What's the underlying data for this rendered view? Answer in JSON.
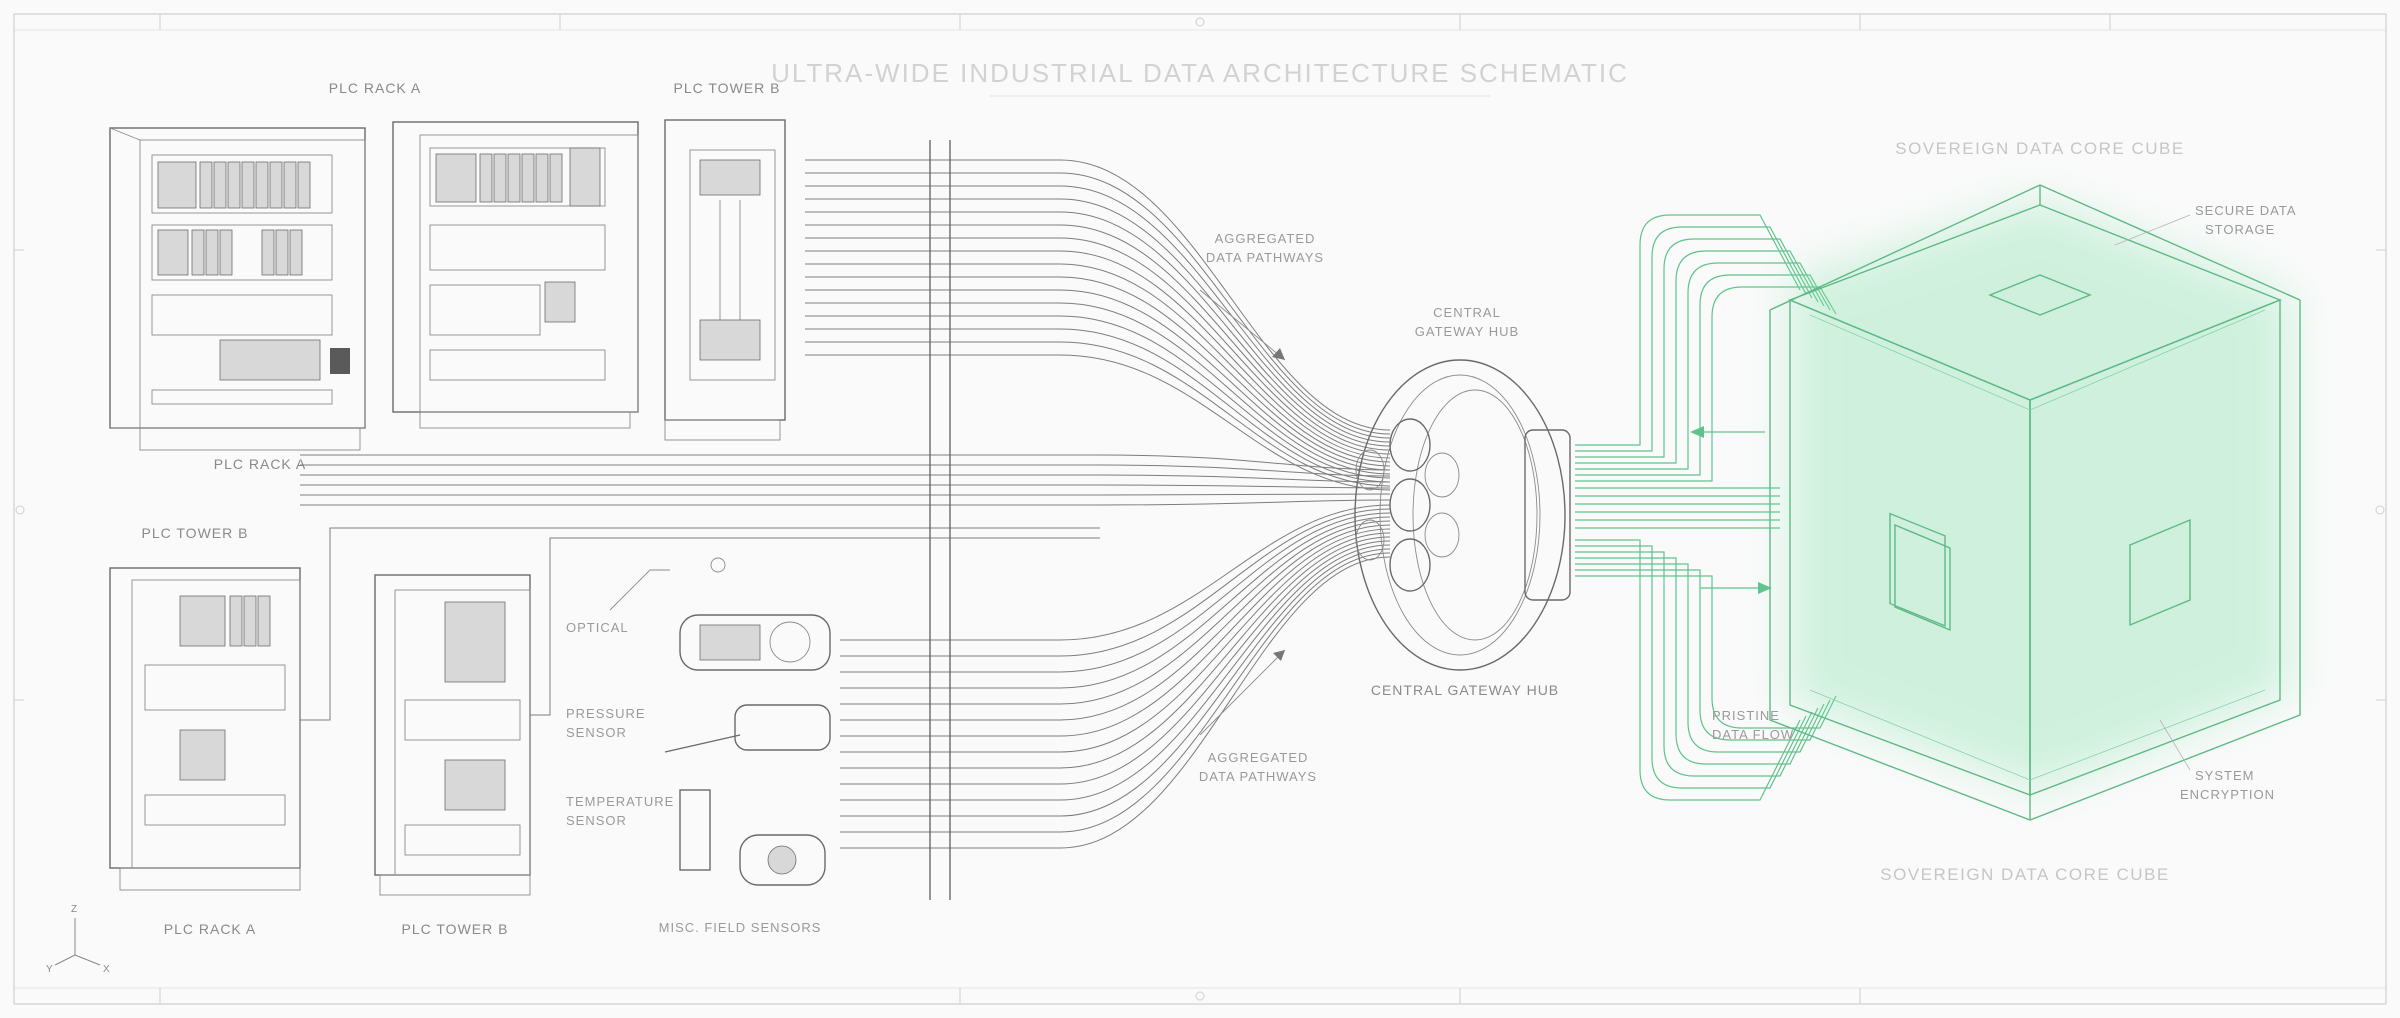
{
  "diagram": {
    "title": "ULTRA-WIDE INDUSTRIAL DATA ARCHITECTURE SCHEMATIC",
    "labels": {
      "plc_rack_a_top": "PLC RACK A",
      "plc_tower_b_top": "PLC TOWER B",
      "plc_rack_a_mid": "PLC RACK A",
      "plc_tower_b_mid": "PLC TOWER B",
      "plc_rack_a_bottom": "PLC RACK A",
      "plc_tower_b_bottom": "PLC TOWER B",
      "optical": "OPTICAL",
      "pressure_sensor_1": "PRESSURE",
      "pressure_sensor_2": "SENSOR",
      "temperature_sensor_1": "TEMPERATURE",
      "temperature_sensor_2": "SENSOR",
      "misc_field_sensors": "MISC. FIELD SENSORS",
      "aggregated_top_1": "AGGREGATED",
      "aggregated_top_2": "DATA PATHWAYS",
      "aggregated_bottom_1": "AGGREGATED",
      "aggregated_bottom_2": "DATA PATHWAYS",
      "central_hub_top_1": "CENTRAL",
      "central_hub_top_2": "GATEWAY HUB",
      "central_hub_bottom": "CENTRAL GATEWAY HUB",
      "sovereign_top": "SOVEREIGN DATA CORE CUBE",
      "sovereign_bottom": "SOVEREIGN DATA CORE CUBE",
      "secure_data_1": "SECURE DATA",
      "secure_data_2": "STORAGE",
      "pristine_1": "PRISTINE",
      "pristine_2": "DATA FLOW",
      "encryption_1": "SYSTEM",
      "encryption_2": "ENCRYPTION",
      "axis_z": "Z",
      "axis_y": "Y",
      "axis_x": "X"
    },
    "colors": {
      "ink": "#6a6a6a",
      "accent_green": "#5fc38b",
      "background": "#fafafa"
    }
  }
}
